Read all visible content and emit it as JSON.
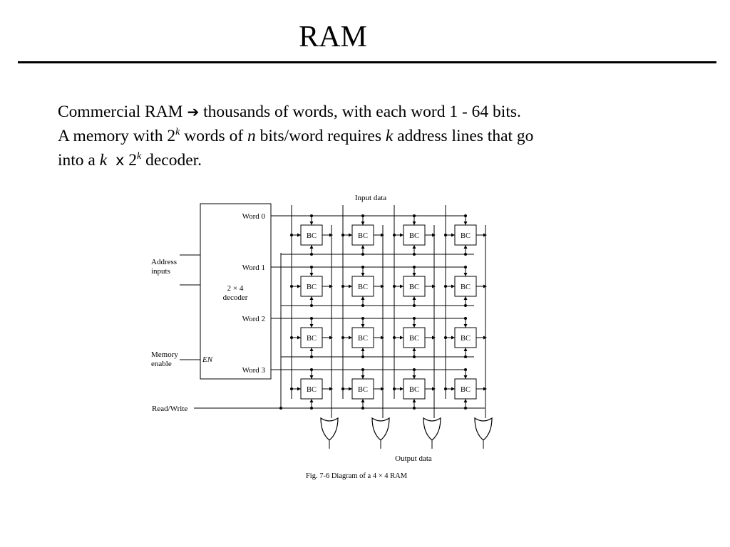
{
  "slide": {
    "title": "RAM"
  },
  "body": {
    "line1": {
      "a": "Commercial RAM ",
      "arrow": "➔",
      "b": " thousands of words, with each word 1 -  64 bits."
    },
    "line2": {
      "a": "A memory with 2",
      "sup1": "k",
      "b": " words of ",
      "n": "n",
      "c": " bits/word requires ",
      "k": "k",
      "d": " address lines that go"
    },
    "line3": {
      "a": "into a ",
      "k": "k",
      "times": "x",
      "b": " 2",
      "sup": "k",
      "c": " decoder."
    }
  },
  "diagram": {
    "input_label": "Input data",
    "output_label": "Output data",
    "caption": "Fig. 7-6 Diagram of a 4 × 4 RAM",
    "address_label": [
      "Address",
      "inputs"
    ],
    "memory_enable_label": [
      "Memory",
      "enable"
    ],
    "read_write_label": "Read/Write",
    "decoder_label": [
      "2 × 4",
      "decoder"
    ],
    "en_label": "EN",
    "word_labels": [
      "Word  0",
      "Word  1",
      "Word  2",
      "Word  3"
    ],
    "cell_label": "BC"
  }
}
